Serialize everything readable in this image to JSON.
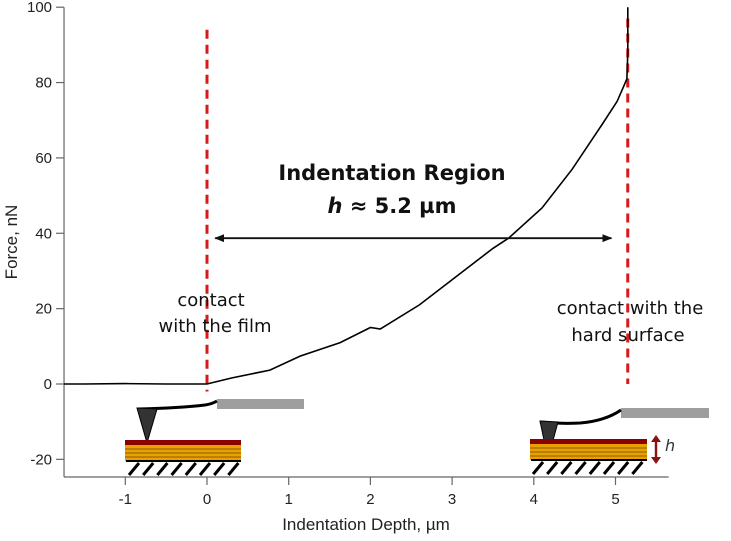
{
  "chart_data": {
    "type": "line",
    "title": "",
    "xlabel": "Indentation Depth, µm",
    "ylabel": "Force, nN",
    "xlim": [
      -1.75,
      5.65
    ],
    "ylim": [
      -24,
      100
    ],
    "xticks": [
      -1,
      0,
      1,
      2,
      3,
      4,
      5
    ],
    "xtick_labels": [
      "-1",
      "0",
      "1",
      "2",
      "3",
      "4",
      "5"
    ],
    "yticks": [
      -20,
      0,
      20,
      40,
      60,
      80,
      100
    ],
    "ytick_labels": [
      "-20",
      "0",
      "20",
      "40",
      "60",
      "80",
      "100"
    ],
    "grid": false,
    "legend": "none",
    "series": [
      {
        "name": "force-curve",
        "color": "#000000",
        "x": [
          -1.75,
          -1.5,
          -1.0,
          -0.5,
          0.0,
          0.3,
          0.77,
          1.14,
          1.63,
          2.0,
          2.12,
          2.6,
          3.08,
          3.5,
          3.69,
          4.1,
          4.47,
          4.84,
          5.02,
          5.1,
          5.14,
          5.15,
          5.15
        ],
        "y": [
          0.0,
          0.0,
          0.1,
          0.0,
          0.0,
          1.6,
          3.7,
          7.4,
          11.0,
          15.0,
          14.6,
          21.0,
          29.0,
          36.0,
          38.7,
          46.7,
          57.0,
          69.0,
          75.0,
          79.0,
          81.0,
          88.0,
          100.0
        ]
      }
    ],
    "reference_lines": [
      {
        "name": "contact-with-film",
        "x": 0.0,
        "y_range": [
          -2,
          94
        ],
        "color": "#d61a1a",
        "style": "dashed"
      },
      {
        "name": "contact-with-hard-surface",
        "x": 5.15,
        "y_range": [
          0,
          97
        ],
        "color": "#d61a1a",
        "style": "dashed"
      }
    ],
    "annotations": {
      "region_title": "Indentation Region",
      "region_h_symbol": "h",
      "region_h_value": " ≈ 5.2 µm",
      "region_arrow": {
        "x_start": 0.1,
        "x_end": 4.95,
        "y": 38.7
      },
      "film_contact_line1": "contact",
      "film_contact_line2": "with the film",
      "hard_contact_line1": "contact with the",
      "hard_contact_line2": "hard surface",
      "thickness_label": "h"
    },
    "colors": {
      "curve": "#000000",
      "dashed": "#d61a1a",
      "film_top": "#8b0000",
      "film_gold": "#e6a200",
      "film_stripe": "#b07000",
      "cantilever_bar": "#9e9e9e",
      "tip": "#333333",
      "thickness_arrow": "#8b1010",
      "axis": "#666666"
    }
  }
}
